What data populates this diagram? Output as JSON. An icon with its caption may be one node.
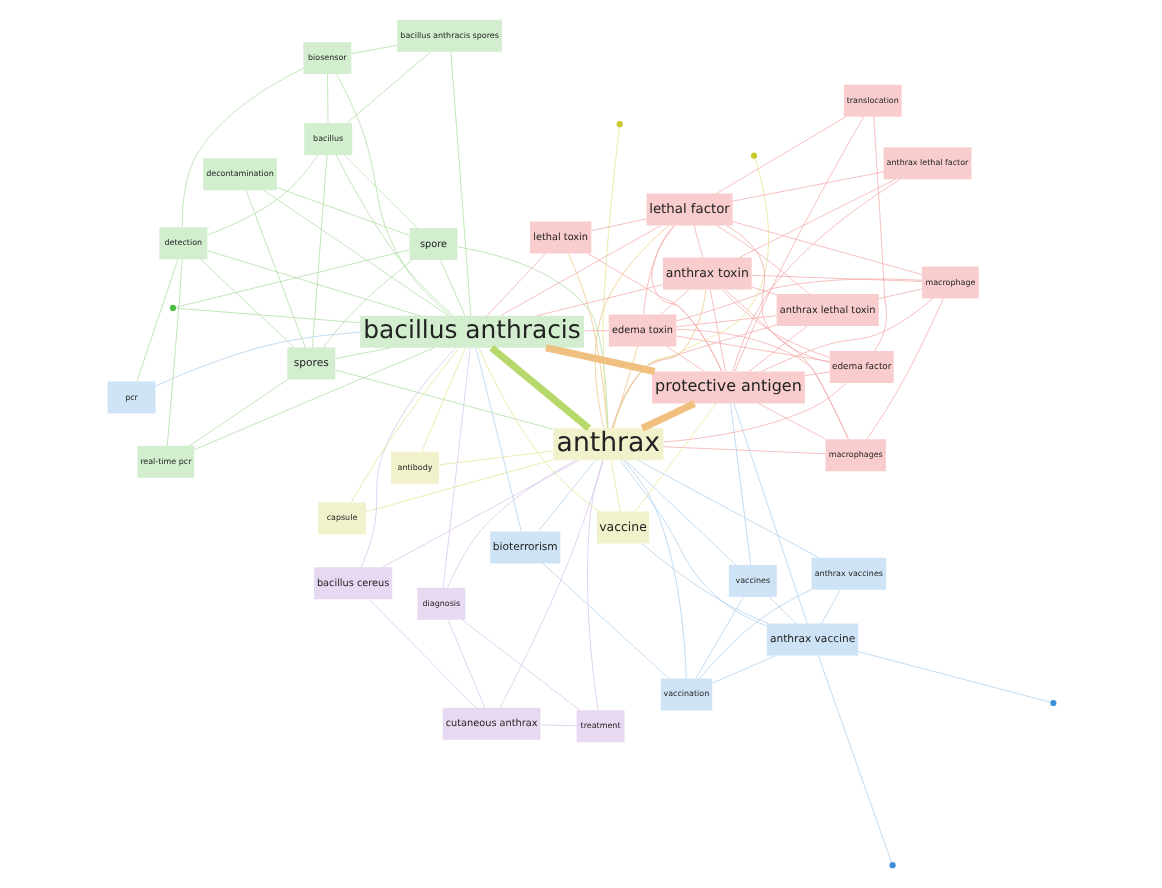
{
  "diagram": {
    "nodes": [
      {
        "text": [
          "cutaneous anthrax"
        ]
      },
      {
        "text": [
          "vaccination"
        ]
      },
      {
        "text": [
          "treatment"
        ]
      },
      {
        "text": [
          "anthrax vaccines"
        ]
      },
      {
        "text": [
          "diagnosis"
        ]
      },
      {
        "text": [
          "anthrax vaccine"
        ]
      },
      {
        "text": [
          "vaccine"
        ]
      },
      {
        "text": [
          "vaccines"
        ]
      },
      {
        "text": [
          "protective antigen"
        ]
      },
      {
        "text": [
          "edema factor"
        ]
      },
      {
        "text": [
          "bacillus cereus"
        ]
      },
      {
        "text": [
          "capsule"
        ]
      },
      {
        "text": [
          "anthrax"
        ]
      },
      {
        "text": [
          "lethal factor"
        ]
      },
      {
        "text": [
          "translocation"
        ]
      },
      {
        "text": [
          "lethal toxin"
        ]
      },
      {
        "text": [
          "bioterrorism"
        ]
      },
      {
        "text": [
          "bacillus anthracis"
        ]
      },
      {
        "text": [
          "antibody"
        ]
      },
      {
        "text": [
          "anthrax toxin"
        ]
      },
      {
        "text": [
          "pcr"
        ]
      },
      {
        "text": [
          "edema toxin"
        ]
      },
      {
        "text": [
          "anthrax lethal factor"
        ]
      },
      {
        "text": [
          "detection"
        ]
      },
      {
        "text": [
          "spore"
        ]
      },
      {
        "text": [
          "macrophage"
        ]
      },
      {
        "text": [
          "biosensor"
        ]
      },
      {
        "text": [
          "macrophages"
        ]
      },
      {
        "text": [
          "bacillus"
        ]
      },
      {
        "text": [
          "bacillus anthracis spores"
        ]
      },
      {
        "text": [
          "anthrax lethal toxin"
        ]
      },
      {
        "text": [
          "spores"
        ]
      },
      {
        "text": [
          "real-time pcr"
        ]
      },
      {
        "text": [
          "decontamination"
        ]
      },
      {
        "text": [],
        "shape": "circle"
      },
      {
        "text": [],
        "shape": "circle"
      },
      {
        "text": [],
        "shape": "circle"
      },
      {
        "text": [],
        "shape": "circle"
      },
      {
        "text": [],
        "shape": "circle"
      }
    ],
    "edges": [
      {
        "from": 12,
        "to": 17,
        "arrow": "none",
        "style": "thick",
        "color": "#b7d86a"
      },
      {
        "from": 12,
        "to": 8,
        "arrow": "none",
        "style": "thick",
        "color": "#f0c080"
      },
      {
        "from": 17,
        "to": 8,
        "arrow": "none",
        "style": "thick",
        "color": "#f0c080"
      },
      {
        "from": 12,
        "to": 6,
        "arrow": "none",
        "color": "#e3e38f"
      },
      {
        "from": 12,
        "to": 13,
        "arrow": "none",
        "color": "#f0c080"
      },
      {
        "from": 12,
        "to": 15,
        "arrow": "none",
        "color": "#f0c080"
      },
      {
        "from": 12,
        "to": 19,
        "arrow": "none",
        "color": "#f0c080"
      },
      {
        "from": 12,
        "to": 21,
        "arrow": "none",
        "color": "#f0c080"
      },
      {
        "from": 12,
        "to": 16,
        "arrow": "none",
        "color": "#a9cdec"
      },
      {
        "from": 12,
        "to": 5,
        "arrow": "none",
        "color": "#a9cdec"
      },
      {
        "from": 12,
        "to": 7,
        "arrow": "none",
        "color": "#a9cdec"
      },
      {
        "from": 12,
        "to": 11,
        "arrow": "none",
        "color": "#e3e38f"
      },
      {
        "from": 12,
        "to": 18,
        "arrow": "none",
        "color": "#e3e38f"
      },
      {
        "from": 12,
        "to": 2,
        "arrow": "none",
        "color": "#d6bfe8"
      },
      {
        "from": 12,
        "to": 4,
        "arrow": "none",
        "color": "#d6bfe8"
      },
      {
        "from": 12,
        "to": 0,
        "arrow": "none",
        "color": "#d6bfe8"
      },
      {
        "from": 12,
        "to": 10,
        "arrow": "none",
        "color": "#d6bfe8"
      },
      {
        "from": 12,
        "to": 24,
        "arrow": "none",
        "color": "#a8dc9f"
      },
      {
        "from": 12,
        "to": 31,
        "arrow": "none",
        "color": "#a8dc9f"
      },
      {
        "from": 12,
        "to": 9,
        "arrow": "none",
        "color": "#f3a5a5"
      },
      {
        "from": 12,
        "to": 30,
        "arrow": "none",
        "color": "#f3a5a5"
      },
      {
        "from": 12,
        "to": 27,
        "arrow": "none",
        "color": "#f3a5a5"
      },
      {
        "from": 12,
        "to": 3,
        "arrow": "none",
        "color": "#a9cdec"
      },
      {
        "from": 12,
        "to": 1,
        "arrow": "none",
        "color": "#a9cdec"
      },
      {
        "from": 12,
        "to": 36,
        "arrow": "none",
        "color": "#e3e38f"
      },
      {
        "from": 12,
        "to": 37,
        "arrow": "none",
        "color": "#e3e38f"
      },
      {
        "from": 17,
        "to": 13,
        "arrow": "none",
        "color": "#f3a5a5"
      },
      {
        "from": 17,
        "to": 19,
        "arrow": "none",
        "color": "#f3a5a5"
      },
      {
        "from": 17,
        "to": 16,
        "arrow": "none",
        "color": "#a9cdec"
      },
      {
        "from": 17,
        "to": 20,
        "arrow": "none",
        "color": "#a9cdec"
      },
      {
        "from": 17,
        "to": 23,
        "arrow": "none",
        "color": "#a8dc9f"
      },
      {
        "from": 17,
        "to": 24,
        "arrow": "none",
        "color": "#a8dc9f"
      },
      {
        "from": 17,
        "to": 28,
        "arrow": "none",
        "color": "#a8dc9f"
      },
      {
        "from": 17,
        "to": 31,
        "arrow": "none",
        "color": "#a8dc9f"
      },
      {
        "from": 17,
        "to": 33,
        "arrow": "none",
        "color": "#a8dc9f"
      },
      {
        "from": 17,
        "to": 32,
        "arrow": "none",
        "color": "#a8dc9f"
      },
      {
        "from": 17,
        "to": 29,
        "arrow": "none",
        "color": "#a8dc9f"
      },
      {
        "from": 17,
        "to": 26,
        "arrow": "none",
        "color": "#a8dc9f"
      },
      {
        "from": 17,
        "to": 10,
        "arrow": "none",
        "color": "#d6bfe8"
      },
      {
        "from": 17,
        "to": 11,
        "arrow": "none",
        "color": "#e3e38f"
      },
      {
        "from": 17,
        "to": 6,
        "arrow": "none",
        "color": "#e3e38f"
      },
      {
        "from": 17,
        "to": 21,
        "arrow": "none",
        "color": "#f3a5a5"
      },
      {
        "from": 17,
        "to": 15,
        "arrow": "none",
        "color": "#f3a5a5"
      },
      {
        "from": 17,
        "to": 18,
        "arrow": "none",
        "color": "#e3e38f"
      },
      {
        "from": 17,
        "to": 38,
        "arrow": "none",
        "color": "#a8dc9f"
      },
      {
        "from": 17,
        "to": 4,
        "arrow": "none",
        "color": "#d6bfe8"
      },
      {
        "from": 8,
        "to": 13,
        "arrow": "none",
        "color": "#f3a5a5"
      },
      {
        "from": 8,
        "to": 9,
        "arrow": "none",
        "color": "#f3a5a5"
      },
      {
        "from": 8,
        "to": 15,
        "arrow": "none",
        "color": "#f3a5a5"
      },
      {
        "from": 8,
        "to": 19,
        "arrow": "none",
        "color": "#f3a5a5"
      },
      {
        "from": 8,
        "to": 21,
        "arrow": "none",
        "color": "#f3a5a5"
      },
      {
        "from": 8,
        "to": 14,
        "arrow": "none",
        "color": "#f3a5a5"
      },
      {
        "from": 8,
        "to": 5,
        "arrow": "none",
        "color": "#a9cdec"
      },
      {
        "from": 8,
        "to": 30,
        "arrow": "none",
        "color": "#f3a5a5"
      },
      {
        "from": 8,
        "to": 25,
        "arrow": "none",
        "color": "#f3a5a5"
      },
      {
        "from": 8,
        "to": 27,
        "arrow": "none",
        "color": "#f3a5a5"
      },
      {
        "from": 8,
        "to": 22,
        "arrow": "none",
        "color": "#f3a5a5"
      },
      {
        "from": 8,
        "to": 6,
        "arrow": "none",
        "color": "#e3e38f"
      },
      {
        "from": 8,
        "to": 7,
        "arrow": "none",
        "color": "#a9cdec"
      },
      {
        "from": 13,
        "to": 9,
        "arrow": "none",
        "color": "#f3a5a5"
      },
      {
        "from": 13,
        "to": 14,
        "arrow": "none",
        "color": "#f3a5a5"
      },
      {
        "from": 13,
        "to": 15,
        "arrow": "none",
        "color": "#f3a5a5"
      },
      {
        "from": 13,
        "to": 19,
        "arrow": "none",
        "color": "#f3a5a5"
      },
      {
        "from": 13,
        "to": 21,
        "arrow": "none",
        "color": "#f3a5a5"
      },
      {
        "from": 13,
        "to": 22,
        "arrow": "none",
        "color": "#f3a5a5"
      },
      {
        "from": 13,
        "to": 25,
        "arrow": "none",
        "color": "#f3a5a5"
      },
      {
        "from": 13,
        "to": 30,
        "arrow": "none",
        "color": "#f3a5a5"
      },
      {
        "from": 9,
        "to": 14,
        "arrow": "none",
        "color": "#f3a5a5"
      },
      {
        "from": 9,
        "to": 21,
        "arrow": "none",
        "color": "#f3a5a5"
      },
      {
        "from": 9,
        "to": 19,
        "arrow": "none",
        "color": "#f3a5a5"
      },
      {
        "from": 19,
        "to": 21,
        "arrow": "none",
        "color": "#f3a5a5"
      },
      {
        "from": 19,
        "to": 22,
        "arrow": "none",
        "color": "#f3a5a5"
      },
      {
        "from": 19,
        "to": 30,
        "arrow": "none",
        "color": "#f3a5a5"
      },
      {
        "from": 19,
        "to": 25,
        "arrow": "none",
        "color": "#f3a5a5"
      },
      {
        "from": 19,
        "to": 27,
        "arrow": "none",
        "color": "#f3a5a5"
      },
      {
        "from": 21,
        "to": 27,
        "arrow": "none",
        "color": "#f3a5a5"
      },
      {
        "from": 21,
        "to": 25,
        "arrow": "none",
        "color": "#f3a5a5"
      },
      {
        "from": 21,
        "to": 30,
        "arrow": "none",
        "color": "#f3a5a5"
      },
      {
        "from": 25,
        "to": 30,
        "arrow": "none",
        "color": "#f3a5a5"
      },
      {
        "from": 25,
        "to": 27,
        "arrow": "none",
        "color": "#f3a5a5"
      },
      {
        "from": 1,
        "to": 3,
        "arrow": "none",
        "color": "#a9cdec"
      },
      {
        "from": 1,
        "to": 5,
        "arrow": "none",
        "color": "#a9cdec"
      },
      {
        "from": 1,
        "to": 7,
        "arrow": "none",
        "color": "#a9cdec"
      },
      {
        "from": 1,
        "to": 16,
        "arrow": "none",
        "color": "#a9cdec"
      },
      {
        "from": 5,
        "to": 3,
        "arrow": "none",
        "color": "#a9cdec"
      },
      {
        "from": 5,
        "to": 7,
        "arrow": "none",
        "color": "#a9cdec"
      },
      {
        "from": 5,
        "to": 34,
        "arrow": "none",
        "color": "#a9cdec"
      },
      {
        "from": 5,
        "to": 35,
        "arrow": "none",
        "color": "#a9cdec"
      },
      {
        "from": 5,
        "to": 6,
        "arrow": "none",
        "color": "#a9cdec"
      },
      {
        "from": 0,
        "to": 2,
        "arrow": "none",
        "color": "#d6bfe8"
      },
      {
        "from": 0,
        "to": 4,
        "arrow": "none",
        "color": "#d6bfe8"
      },
      {
        "from": 0,
        "to": 10,
        "arrow": "none",
        "color": "#d6bfe8"
      },
      {
        "from": 2,
        "to": 4,
        "arrow": "none",
        "color": "#d6bfe8"
      },
      {
        "from": 24,
        "to": 31,
        "arrow": "none",
        "color": "#a8dc9f"
      },
      {
        "from": 24,
        "to": 38,
        "arrow": "none",
        "color": "#a8dc9f"
      },
      {
        "from": 24,
        "to": 28,
        "arrow": "none",
        "color": "#a8dc9f"
      },
      {
        "from": 24,
        "to": 33,
        "arrow": "none",
        "color": "#a8dc9f"
      },
      {
        "from": 31,
        "to": 33,
        "arrow": "none",
        "color": "#a8dc9f"
      },
      {
        "from": 31,
        "to": 32,
        "arrow": "none",
        "color": "#a8dc9f"
      },
      {
        "from": 31,
        "to": 28,
        "arrow": "none",
        "color": "#a8dc9f"
      },
      {
        "from": 31,
        "to": 23,
        "arrow": "none",
        "color": "#a8dc9f"
      },
      {
        "from": 28,
        "to": 29,
        "arrow": "none",
        "color": "#a8dc9f"
      },
      {
        "from": 28,
        "to": 26,
        "arrow": "none",
        "color": "#a8dc9f"
      },
      {
        "from": 28,
        "to": 23,
        "arrow": "none",
        "color": "#a8dc9f"
      },
      {
        "from": 23,
        "to": 26,
        "arrow": "none",
        "color": "#a8dc9f"
      },
      {
        "from": 23,
        "to": 20,
        "arrow": "none",
        "color": "#a8dc9f"
      },
      {
        "from": 23,
        "to": 32,
        "arrow": "none",
        "color": "#a8dc9f"
      },
      {
        "from": 26,
        "to": 29,
        "arrow": "none",
        "color": "#a8dc9f"
      }
    ]
  }
}
